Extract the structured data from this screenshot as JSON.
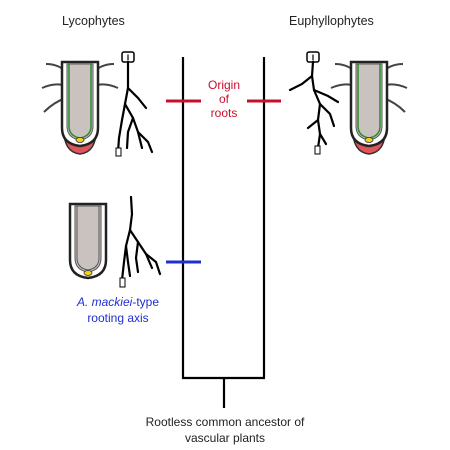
{
  "labels": {
    "lycophytes": "Lycophytes",
    "euphyllophytes": "Euphyllophytes",
    "origin_line1": "Origin",
    "origin_line2": "of",
    "origin_line3": "roots",
    "mackiei_italic": "A. mackiei",
    "mackiei_suffix": "-type",
    "rooting_axis": "rooting axis",
    "ancestor_line1": "Rootless common ancestor of",
    "ancestor_line2": "vascular plants"
  },
  "colors": {
    "origin_marker": "#c8102e",
    "mackiei_marker": "#1f2fd0",
    "root_cap": "#e0545c",
    "tissue": "#c9c2bf",
    "vascular_outline": "#2e8b2e",
    "meristem": "#f2d31b"
  }
}
